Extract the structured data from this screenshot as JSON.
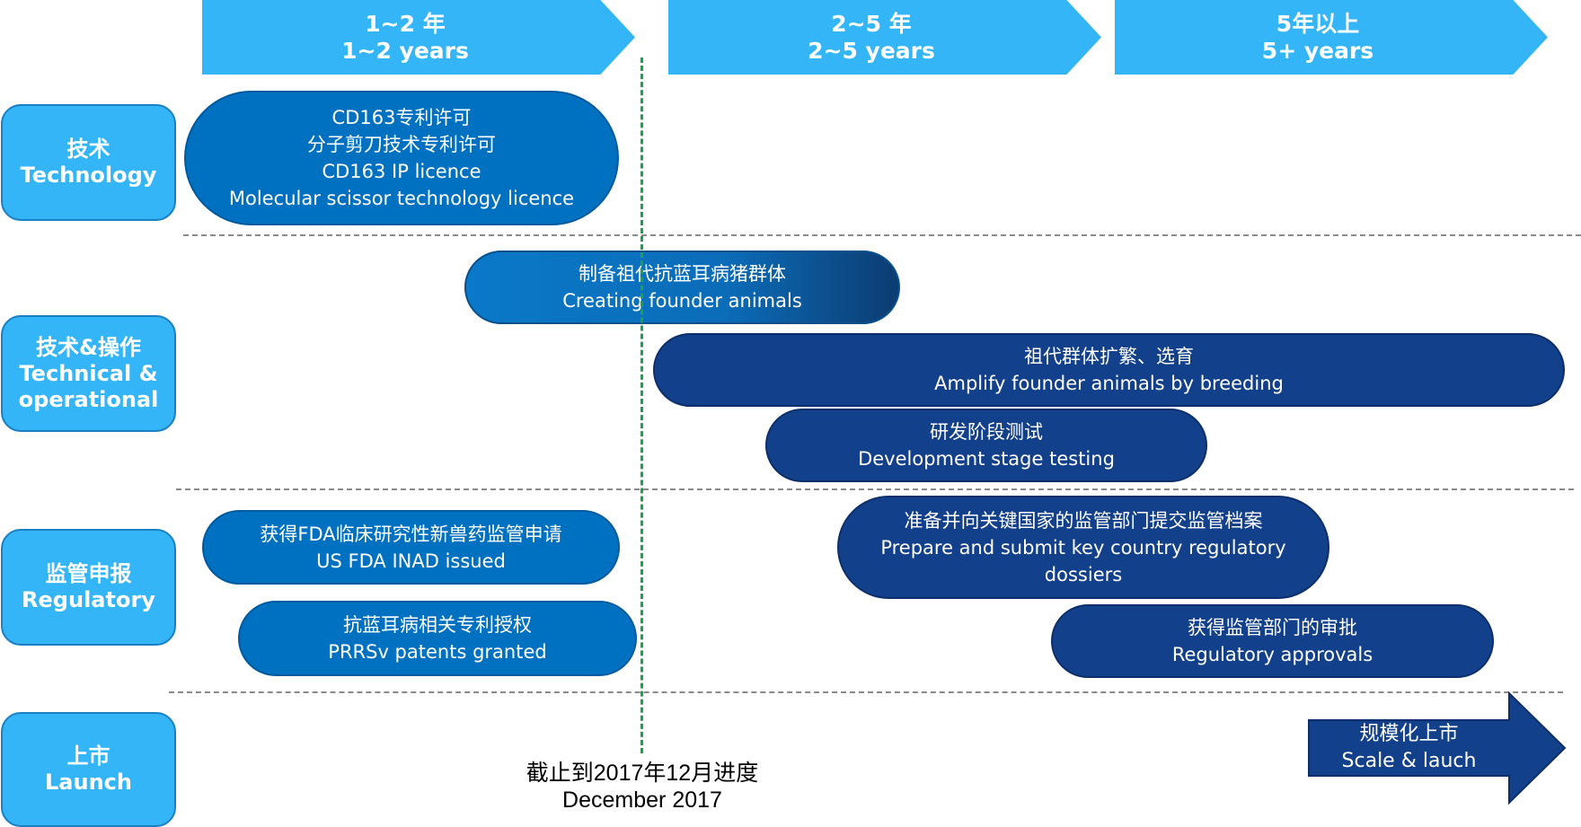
{
  "phases": [
    {
      "cn": "1~2 年",
      "en": "1~2 years"
    },
    {
      "cn": "2~5 年",
      "en": "2~5 years"
    },
    {
      "cn": "5年以上",
      "en": "5+ years"
    }
  ],
  "categories": {
    "technology": {
      "cn": "技术",
      "en": "Technology"
    },
    "technical_operational": {
      "cn": "技术&操作",
      "en1": "Technical &",
      "en2": "operational"
    },
    "regulatory": {
      "cn": "监管申报",
      "en": "Regulatory"
    },
    "launch": {
      "cn": "上市",
      "en": "Launch"
    }
  },
  "activities": {
    "cd163_licence": {
      "cn1": "CD163专利许可",
      "cn2": "分子剪刀技术专利许可",
      "en1": "CD163 IP licence",
      "en2": "Molecular scissor technology licence"
    },
    "founder_animals": {
      "cn": "制备祖代抗蓝耳病猪群体",
      "en": "Creating founder animals"
    },
    "amplify_breeding": {
      "cn": "祖代群体扩繁、选育",
      "en": "Amplify founder animals by breeding"
    },
    "development_testing": {
      "cn": "研发阶段测试",
      "en": "Development stage testing"
    },
    "fda_inad": {
      "cn": "获得FDA临床研究性新兽药监管申请",
      "en": "US FDA INAD  issued"
    },
    "prrsv_patents": {
      "cn": "抗蓝耳病相关专利授权",
      "en": "PRRSv patents granted"
    },
    "regulatory_dossiers": {
      "cn": "准备并向关键国家的监管部门提交监管档案",
      "en1": "Prepare  and submit key country regulatory",
      "en2": "dossiers"
    },
    "regulatory_approvals": {
      "cn": "获得监管部门的审批",
      "en": "Regulatory approvals"
    },
    "scale_launch": {
      "cn": "规模化上市",
      "en": "Scale & lauch"
    }
  },
  "progress_marker": {
    "cn": "截止到2017年12月进度",
    "en": "December 2017"
  },
  "colors": {
    "phase": "#33b5f7",
    "category": "#33b5f7",
    "pill_mid": "#0070c0",
    "pill_dark": "#13408a",
    "marker": "#1aa34a",
    "separator": "#8a8a8a"
  }
}
